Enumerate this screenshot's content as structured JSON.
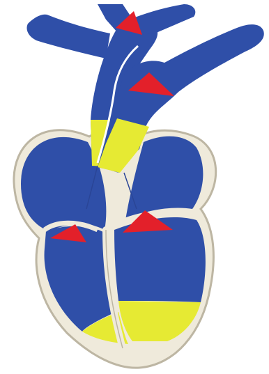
{
  "diagram": {
    "colors": {
      "background": "#ffffff",
      "chamber_fill": "#2f4fa8",
      "highlight_fill": "#e6ea33",
      "arrow_fill": "#e3202a",
      "heart_wall": "#efeadb",
      "wall_outline": "#bdb6a3"
    },
    "parts": [
      "left-great-vessel",
      "right-great-vessel",
      "upper-left-chamber",
      "upper-right-chamber",
      "lower-left-chamber",
      "lower-right-chamber",
      "flow-arrows"
    ]
  }
}
